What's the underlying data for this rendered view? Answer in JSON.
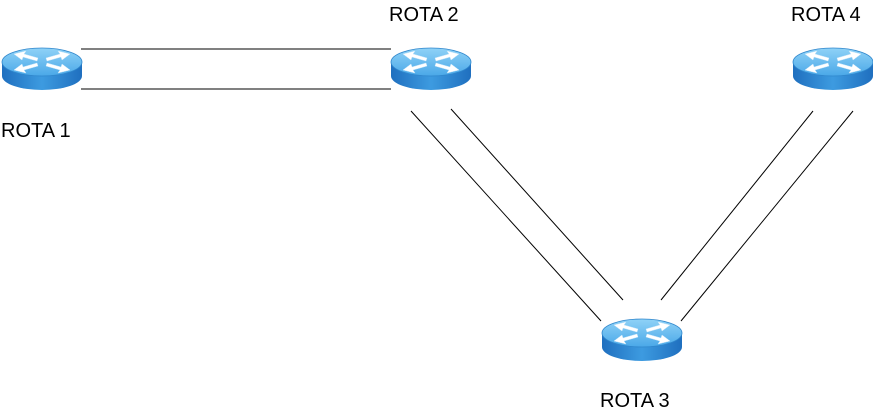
{
  "diagram": {
    "colors": {
      "router_top": "#5fb8ef",
      "router_side": "#2a7fcf",
      "router_arrow": "#ffffff",
      "link": "#000000",
      "label": "#000000"
    },
    "nodes": [
      {
        "id": "r1",
        "label": "ROTA 1",
        "icon": "router-icon"
      },
      {
        "id": "r2",
        "label": "ROTA 2",
        "icon": "router-icon"
      },
      {
        "id": "r3",
        "label": "ROTA 3",
        "icon": "router-icon"
      },
      {
        "id": "r4",
        "label": "ROTA 4",
        "icon": "router-icon"
      }
    ],
    "links": [
      {
        "from": "ROTA 1",
        "to": "ROTA 2",
        "lines": 2
      },
      {
        "from": "ROTA 2",
        "to": "ROTA 3",
        "lines": 2
      },
      {
        "from": "ROTA 4",
        "to": "ROTA 3",
        "lines": 2
      }
    ]
  }
}
